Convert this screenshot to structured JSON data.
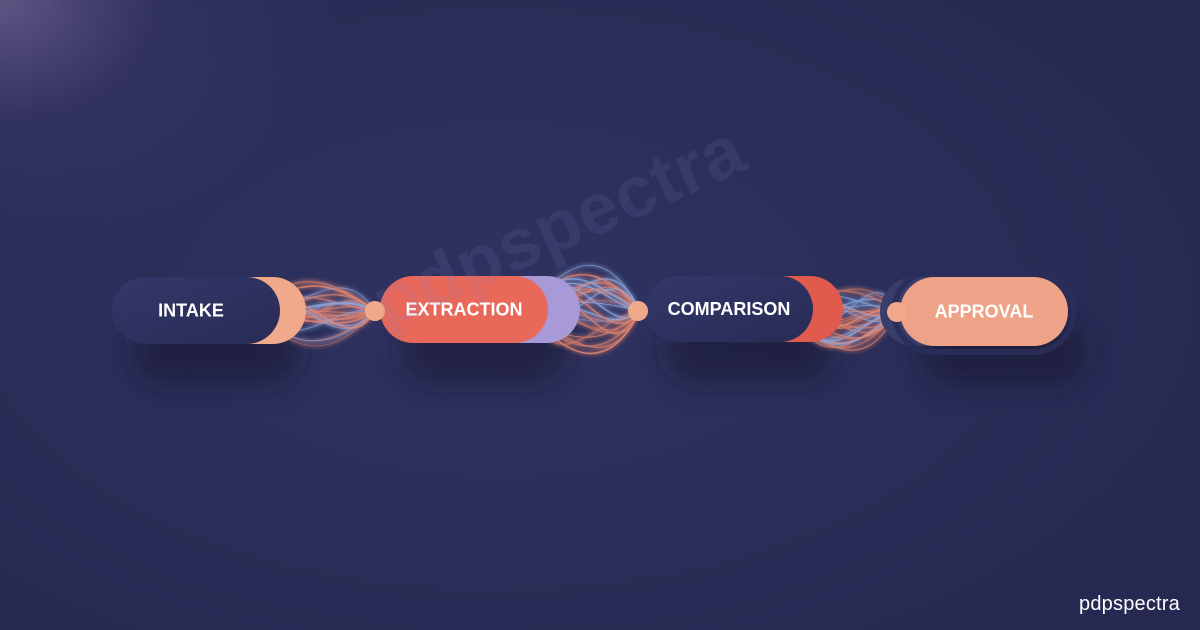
{
  "stages": [
    {
      "label": "INTAKE",
      "fill": "#2f3260",
      "accent": "#f0a98a",
      "text_color": "#ffffff"
    },
    {
      "label": "EXTRACTION",
      "fill": "#e8685a",
      "accent": "#a89ad6",
      "text_color": "#ffffff"
    },
    {
      "label": "COMPARISON",
      "fill": "#2f3260",
      "accent": "#e05a4e",
      "text_color": "#ffffff"
    },
    {
      "label": "APPROVAL",
      "fill": "#eea287",
      "accent": "#3a3d6a",
      "text_color": "#ffffff"
    }
  ],
  "colors": {
    "background": "#2a2d57",
    "strand_warm": "#f08a6e",
    "strand_cool": "#8fb0e6",
    "connector_node": "#f0a98a"
  },
  "watermark": "pdpspectra",
  "brand": "pdpspectra"
}
